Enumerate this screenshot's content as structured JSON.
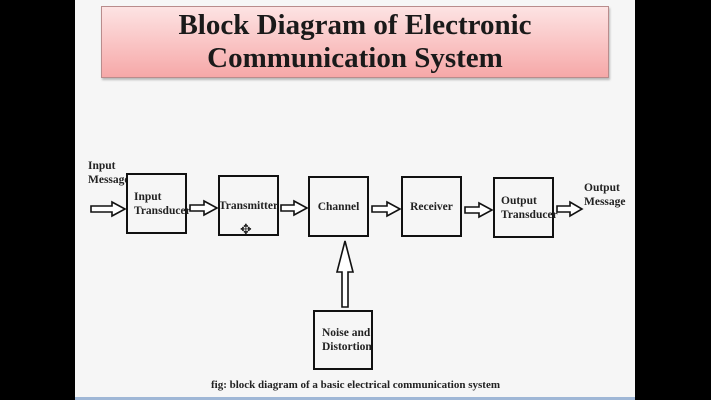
{
  "title": {
    "line1": "Block Diagram of Electronic",
    "line2": "Communication System"
  },
  "labels": {
    "input_message": [
      "Input",
      "Message"
    ],
    "output_message": [
      "Output",
      "Message"
    ]
  },
  "blocks": {
    "input_transducer": [
      "Input",
      "Transducer"
    ],
    "transmitter": "Transmitter",
    "channel": "Channel",
    "receiver": "Receiver",
    "output_transducer": [
      "Output",
      "Transducer"
    ],
    "noise": [
      "Noise and",
      "Distortion"
    ]
  },
  "caption": "fig: block diagram of a basic electrical communication system",
  "colors": {
    "title_top": "#fde3e3",
    "title_bottom": "#f6a8a8",
    "slide_bg": "#f6f6f6"
  }
}
